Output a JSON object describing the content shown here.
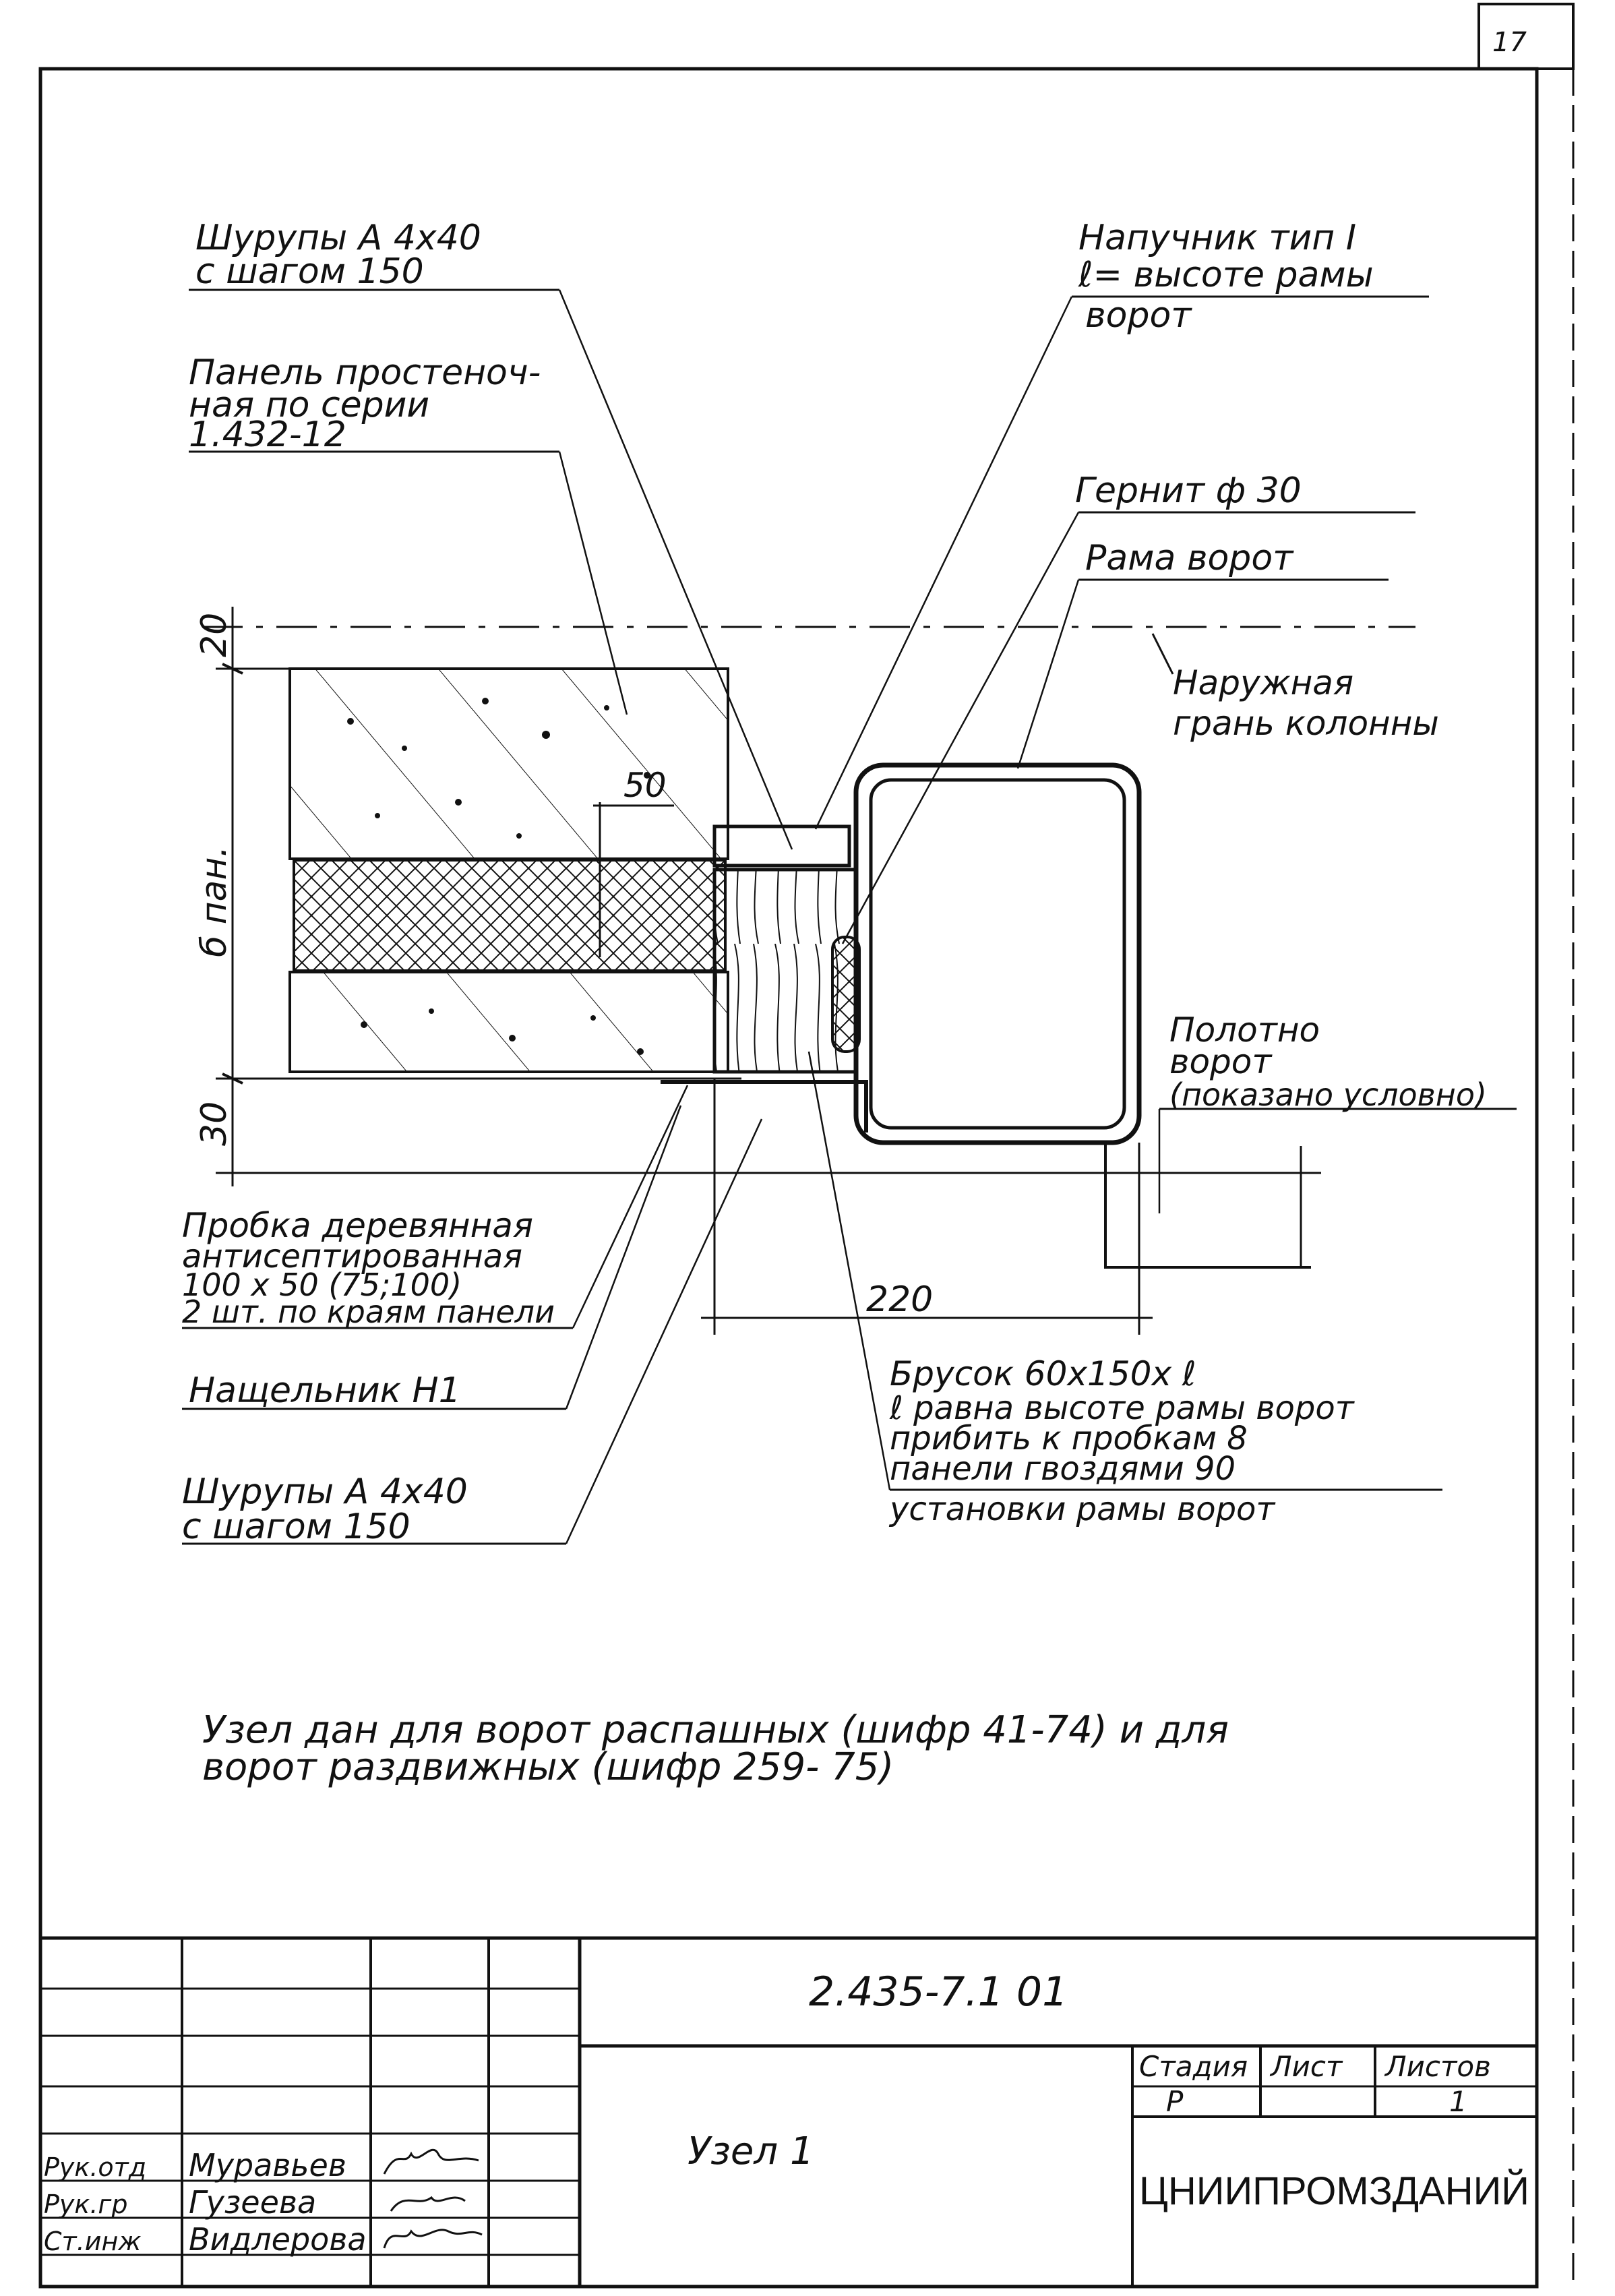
{
  "page_number": "17",
  "labels": {
    "screws_top_1": "Шурупы А 4х40",
    "screws_top_2": "с шагом 150",
    "panel_1": "Панель простенoч-",
    "panel_2": "ная по серии",
    "panel_3": "1.432-12",
    "drip_1": "Напучник тип I",
    "drip_2": "ℓ= высоте рамы",
    "drip_3": "ворот",
    "gernit": "Гернит ф 30",
    "frame": "Рама ворот",
    "outer_1": "Наружная",
    "outer_2": "грань колонны",
    "leaf_1": "Полотно",
    "leaf_2": "ворот",
    "leaf_3": "(показано условно)",
    "plug_1": "Пробка деревянная",
    "plug_2": "антисептированная",
    "plug_3": "100 х 50 (75;100)",
    "plug_4": "2 шт. по краям панели",
    "strip": "Нащельник Н1",
    "screws_bot_1": "Шурупы А 4х40",
    "screws_bot_2": "с шагом 150",
    "beam_1": "Брусок 60х150х ℓ",
    "beam_2": "ℓ равна высоте рамы ворот",
    "beam_3": "прибить к пробкам 8",
    "beam_4": "панели гвоздями 90",
    "beam_5": "установки рамы ворот"
  },
  "dimensions": {
    "top": "20",
    "height": "б пан.",
    "bottom": "30",
    "inset": "50",
    "width": "220"
  },
  "note": {
    "line1": "Узел дан для ворот распашных (шифр 41-74) и для",
    "line2": "ворот раздвижных (шифр 259- 75)"
  },
  "title_block": {
    "code": "2.435-7.1 01",
    "name": "Узел 1",
    "stage_h": "Стадия",
    "sheet_h": "Лист",
    "sheets_h": "Листов",
    "stage": "Р",
    "sheet": "",
    "sheets": "1",
    "org": "ЦНИИПРОМЗДАНИЙ",
    "roles": [
      "Рук.отд",
      "Рук.гр",
      "Ст.инж"
    ],
    "names": [
      "Муравьев",
      "Гузеева",
      "Видлерова"
    ]
  }
}
